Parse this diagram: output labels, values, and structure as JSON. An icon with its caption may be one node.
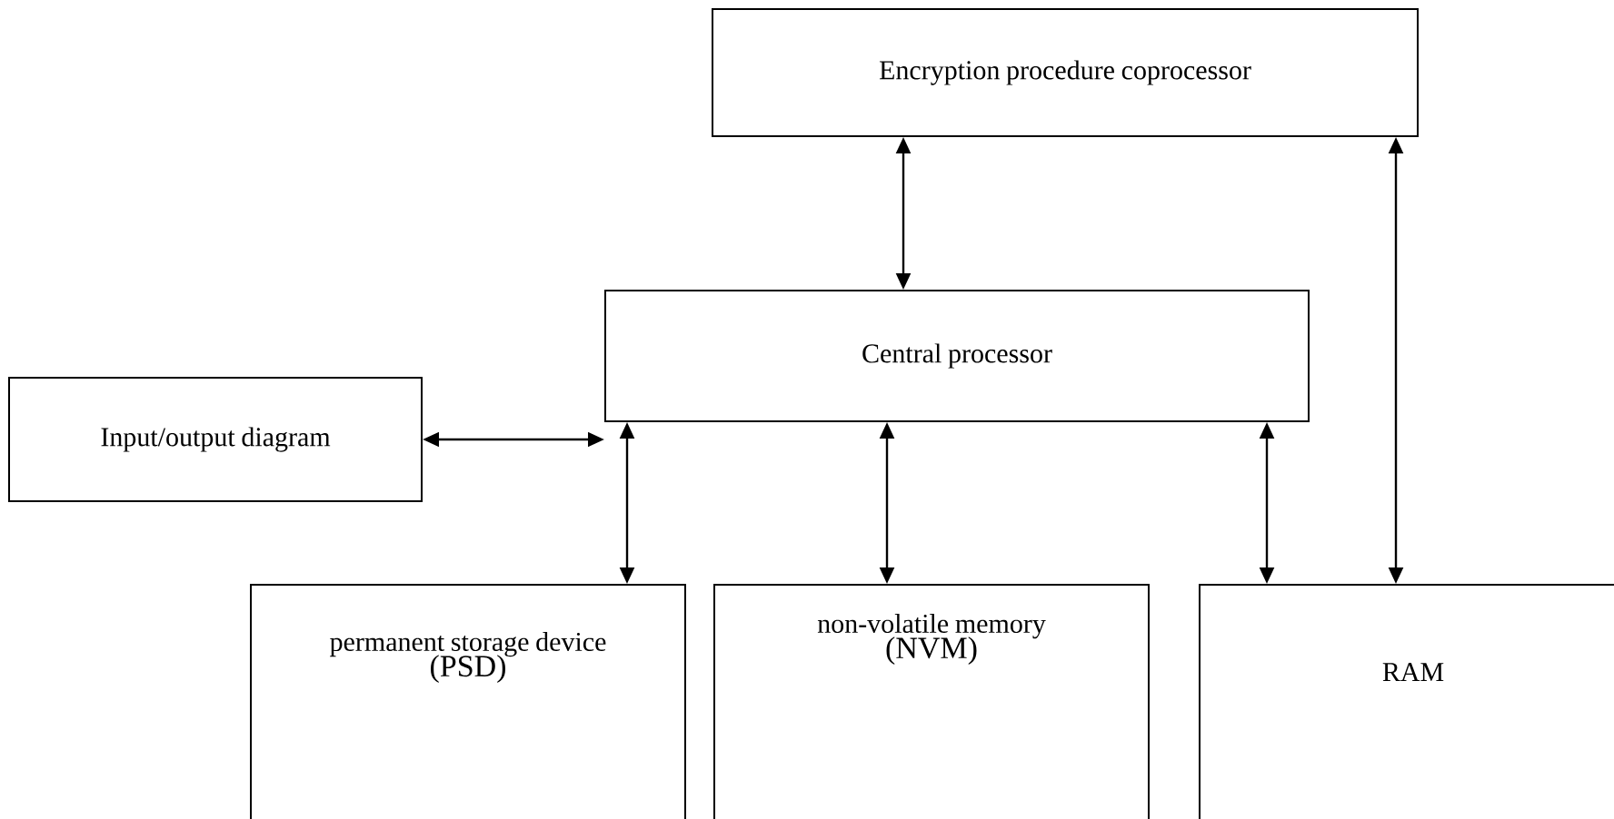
{
  "diagram": {
    "nodes": [
      {
        "text": [
          "Encryption procedure coprocessor"
        ]
      },
      {
        "text": [
          "Input/output diagram"
        ]
      },
      {
        "text": [
          "Central processor"
        ]
      },
      {
        "text": [
          "permanent storage device",
          "(PSD)"
        ]
      },
      {
        "text": [
          "non-volatile memory",
          "(NVM)"
        ]
      },
      {
        "text": [
          "RAM"
        ]
      }
    ],
    "edges": [
      {
        "from": 0,
        "to": 2,
        "arrow": "both"
      },
      {
        "from": 1,
        "to": 2,
        "arrow": "both"
      },
      {
        "from": 2,
        "to": 3,
        "arrow": "both"
      },
      {
        "from": 2,
        "to": 4,
        "arrow": "both"
      },
      {
        "from": 2,
        "to": 5,
        "arrow": "both"
      },
      {
        "from": 0,
        "to": 5,
        "arrow": "both"
      }
    ]
  }
}
